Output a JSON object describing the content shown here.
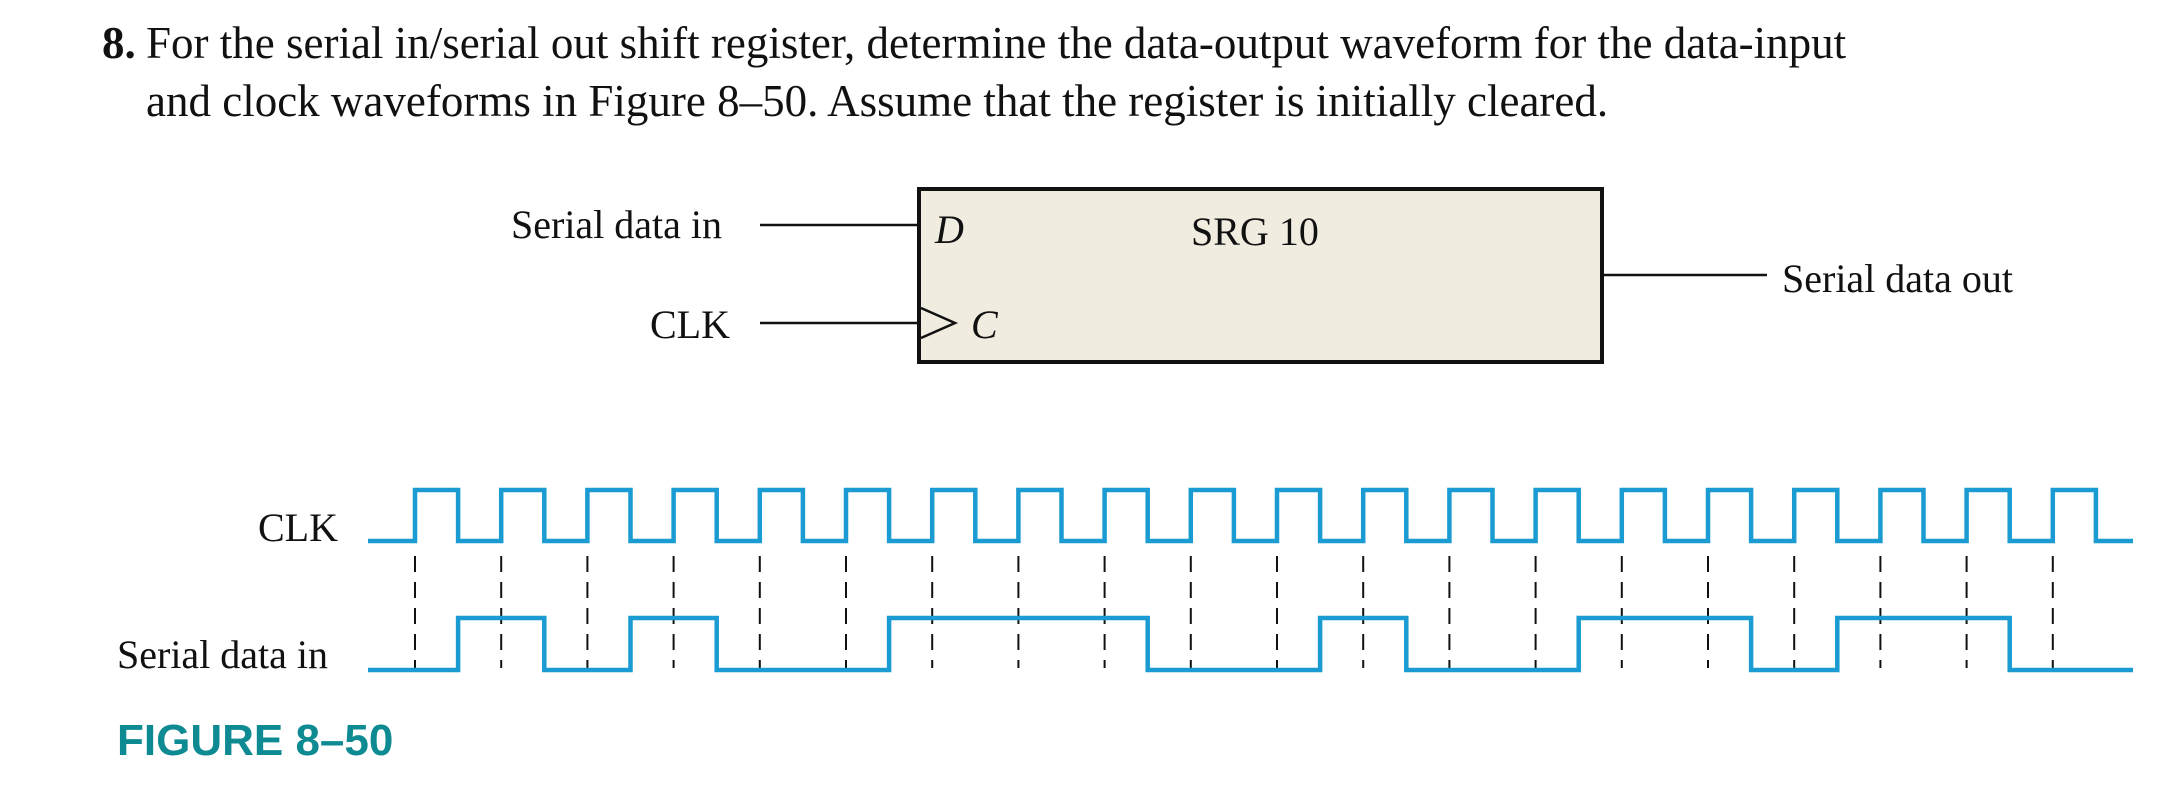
{
  "question": {
    "number": "8.",
    "line1": "For the serial in/serial out shift register, determine the data-output waveform for the data-input",
    "line2": "and clock waveforms in Figure 8–50. Assume that the register is initially cleared."
  },
  "block": {
    "title": "SRG 10",
    "pin_d": "D",
    "pin_c": "C",
    "input_data_label": "Serial data in",
    "input_clk_label": "CLK",
    "output_label": "Serial data out",
    "fill_color": "#f1ece0"
  },
  "timing": {
    "clk_label": "CLK",
    "data_label": "Serial data in",
    "waveform_color": "#1a9bd2",
    "clock_pulses": 20,
    "data_in_per_clock_period": [
      0,
      1,
      0,
      1,
      0,
      0,
      1,
      1,
      1,
      0,
      0,
      1,
      0,
      0,
      1,
      1,
      0,
      1,
      1,
      0
    ]
  },
  "figure": {
    "caption": "FIGURE 8–50"
  }
}
